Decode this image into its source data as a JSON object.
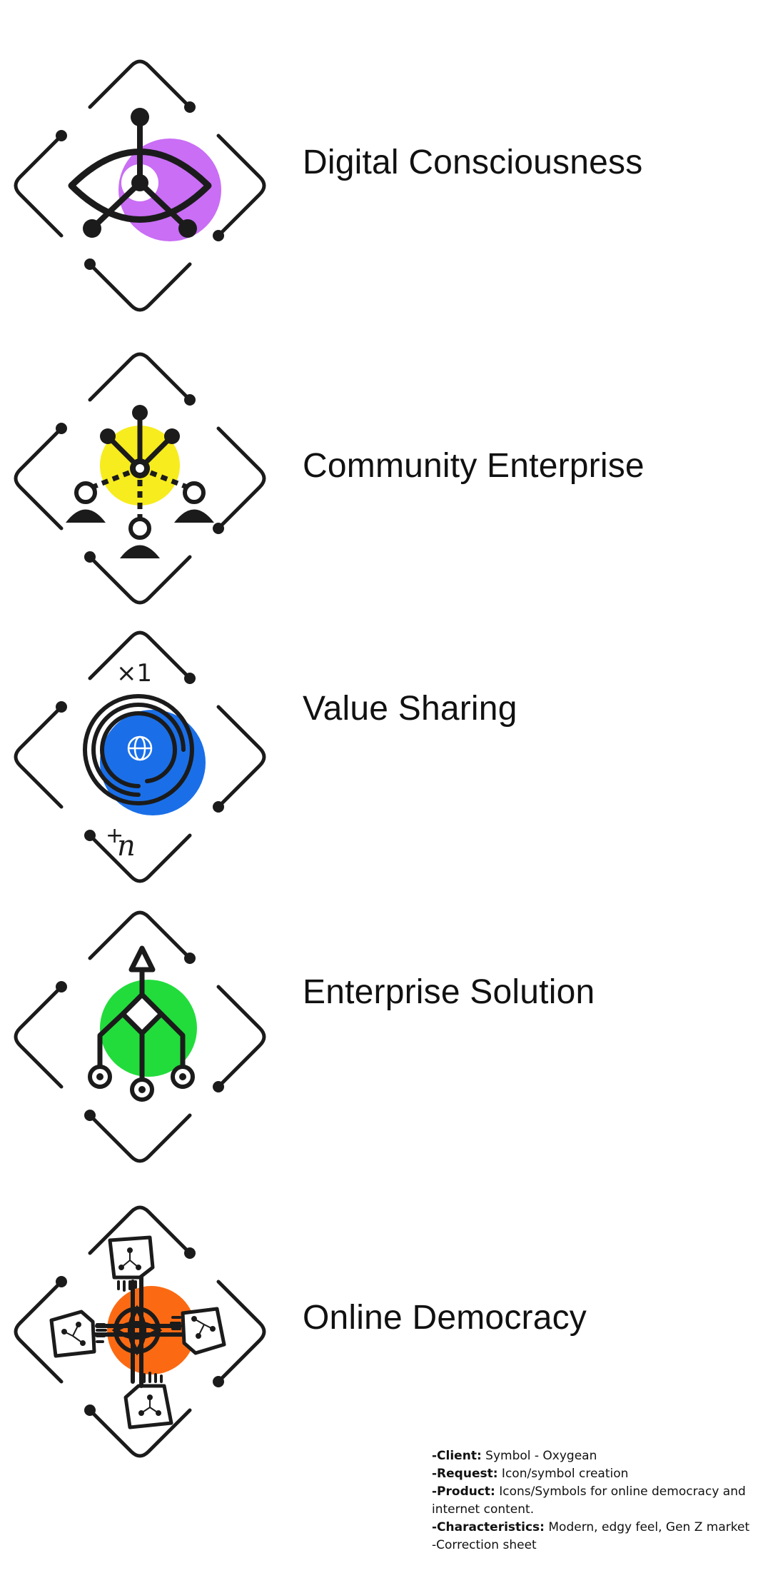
{
  "icons": [
    {
      "id": "digital-consciousness",
      "title": "Digital Consciousness",
      "accent": "#c96ef5",
      "icon": "eye-network-icon"
    },
    {
      "id": "community-enterprise",
      "title": "Community Enterprise",
      "accent": "#f7ec1d",
      "icon": "community-hub-icon"
    },
    {
      "id": "value-sharing",
      "title": "Value Sharing",
      "accent": "#1a6fe8",
      "icon": "spiral-globe-icon",
      "top_label": "×1",
      "bottom_label": "n"
    },
    {
      "id": "enterprise-solution",
      "title": "Enterprise Solution",
      "accent": "#22dc3c",
      "icon": "branching-arrow-icon"
    },
    {
      "id": "online-democracy",
      "title": "Online Democracy",
      "accent": "#fb6a13",
      "icon": "joined-hands-icon"
    }
  ],
  "notes": [
    {
      "key": "-Client:",
      "value": " Symbol - Oxygean"
    },
    {
      "key": "-Request:",
      "value": " Icon/symbol creation"
    },
    {
      "key": "-Product:",
      "value": " Icons/Symbols for online democracy and internet content."
    },
    {
      "key": "-Characteristics:",
      "value": " Modern, edgy feel, Gen Z market"
    },
    {
      "key": "",
      "value": "-Correction sheet"
    }
  ]
}
